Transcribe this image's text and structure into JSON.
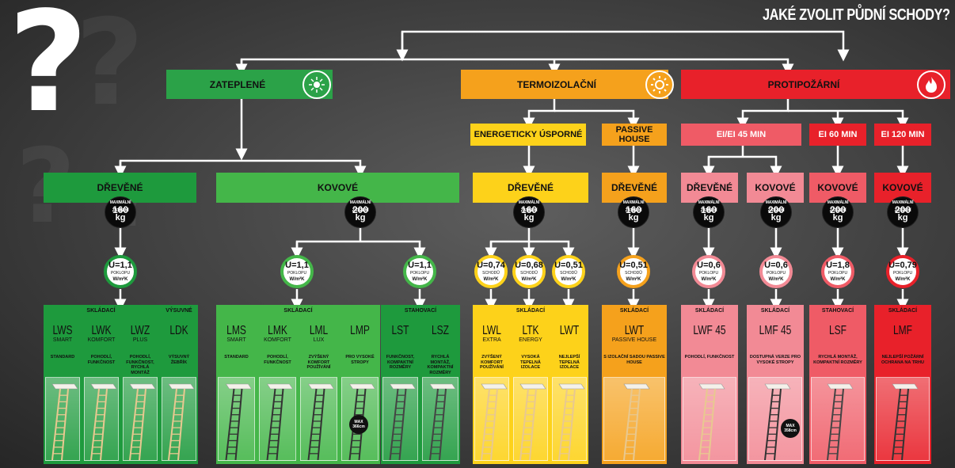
{
  "title": "JAKÉ ZVOLIT PŮDNÍ SCHODY?",
  "big_question_mark": "?",
  "colors": {
    "green_dark": "#1e9a3d",
    "green_light": "#44b649",
    "orange": "#f5a11c",
    "yellow": "#fdd21a",
    "red": "#e8212a",
    "red_light": "#ef5b66",
    "pink": "#f28a95"
  },
  "categories": {
    "insulated": {
      "label": "ZATEPLENÉ",
      "icon": "snowflake-sun-icon"
    },
    "thermo": {
      "label": "TERMOIZOLAČNÍ",
      "icon": "sun-icon"
    },
    "fire": {
      "label": "PROTIPOŽÁRNÍ",
      "icon": "flame-icon"
    }
  },
  "subcategories": {
    "energy": "ENERGETICKY ÚSPORNÉ",
    "passive": "PASSIVE HOUSE",
    "ei45": "EI/EI 45 MIN",
    "ei60": "EI 60 MIN",
    "ei120": "EI 120 MIN"
  },
  "material": {
    "wood": "DŘEVĚNÉ",
    "metal": "KOVOVÉ"
  },
  "load_caption": "MAXIMÁLNÍ ZATÍŽENÍ",
  "load_unit": "kg",
  "loads": {
    "g_wood": "160",
    "g_metal": "200",
    "t_wood": "160",
    "p_wood": "160",
    "f_wood": "160",
    "f_metal": "200",
    "f60": "200",
    "f120": "200"
  },
  "u_caption_poklop": "POKLOPU",
  "u_caption_schodu": "SCHODŮ",
  "u_unit": "W/m²K",
  "u_values": {
    "g1": "U=1,1",
    "g2": "U=1,1",
    "g3": "U=1,1",
    "t1": "U=0,74",
    "t2": "U=0,68",
    "t3": "U=0,51",
    "p1": "U=0,51",
    "f1": "U=0,6",
    "f2": "U=0,6",
    "f3": "U=1,8",
    "f4": "U=0,79"
  },
  "panel_headers": {
    "folding": "SKLÁDACÍ",
    "telescopic": "VÝSUVNÉ",
    "assembly": "STAHOVACÍ"
  },
  "products": {
    "lws": {
      "code": "LWS",
      "sub": "SMART",
      "desc": "STANDARD"
    },
    "lwk": {
      "code": "LWK",
      "sub": "KOMFORT",
      "desc": "POHODLÍ, FUNKČNOST"
    },
    "lwz": {
      "code": "LWZ",
      "sub": "PLUS",
      "desc": "POHODLÍ, FUNKČNOST, RYCHLÁ MONTÁŽ"
    },
    "ldk": {
      "code": "LDK",
      "sub": "",
      "desc": "VÝSUVNÝ ŽEBŘÍK"
    },
    "lms": {
      "code": "LMS",
      "sub": "SMART",
      "desc": "STANDARD"
    },
    "lmk": {
      "code": "LMK",
      "sub": "KOMFORT",
      "desc": "POHODLÍ, FUNKČNOST"
    },
    "lml": {
      "code": "LML",
      "sub": "LUX",
      "desc": "ZVÝŠENÝ KOMFORT POUŽÍVÁNÍ"
    },
    "lmp": {
      "code": "LMP",
      "sub": "",
      "desc": "PRO VYSOKÉ STROPY"
    },
    "lst": {
      "code": "LST",
      "sub": "",
      "desc": "FUNKČNOST, KOMPAKTNÍ ROZMĚRY"
    },
    "lsz": {
      "code": "LSZ",
      "sub": "",
      "desc": "RYCHLÁ MONTÁŽ, KOMPAKTNÍ ROZMĚRY"
    },
    "lwl": {
      "code": "LWL",
      "sub": "EXTRA",
      "desc": "ZVÝŠENÝ KOMFORT POUŽÍVÁNÍ"
    },
    "ltk": {
      "code": "LTK",
      "sub": "ENERGY",
      "desc": "VYSOKÁ TEPELNÁ IZOLACE"
    },
    "lwt": {
      "code": "LWT",
      "sub": "",
      "desc": "NEJLEPŠÍ TEPELNÁ IZOLACE"
    },
    "lwtp": {
      "code": "LWT",
      "sub": "PASSIVE HOUSE",
      "desc": "S IZOLAČNÍ SADOU PASSIVE HOUSE"
    },
    "lwf": {
      "code": "LWF 45",
      "sub": "",
      "desc": "POHODLÍ, FUNKČNOST"
    },
    "lmf45": {
      "code": "LMF 45",
      "sub": "",
      "desc": "DOSTUPNÁ VERZE PRO VYSOKÉ STROPY"
    },
    "lsf": {
      "code": "LSF",
      "sub": "",
      "desc": "RYCHLÁ MONTÁŽ, KOMPAKTNÍ ROZMĚRY"
    },
    "lmf": {
      "code": "LMF",
      "sub": "",
      "desc": "NEJLEPŠÍ POŽÁRNÍ OCHRANA NA TRHU"
    }
  },
  "max_labels": {
    "lmp": "MAX 366cm",
    "lmf45": "MAX 358cm"
  }
}
